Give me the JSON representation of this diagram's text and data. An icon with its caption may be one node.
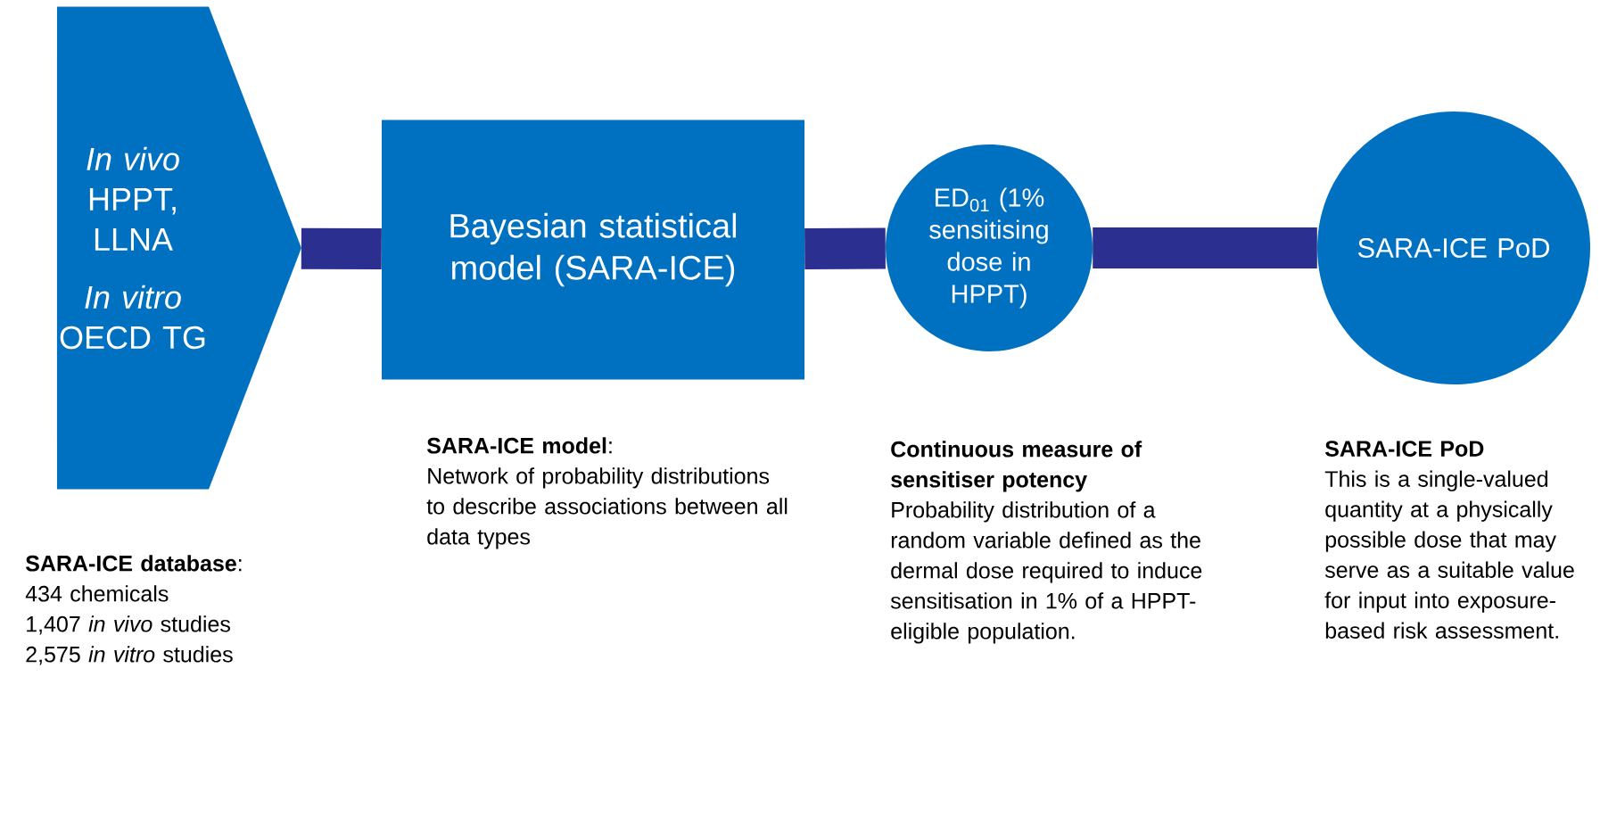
{
  "diagram": {
    "nodes": [
      {
        "text": [
          "*In vivo* HPPT, LLNA",
          "*In vitro* OECD TG"
        ],
        "beside": [
          "**SARA-ICE database**:",
          "434 chemicals",
          "1,407 *in vivo* studies",
          "2,575 *in vitro* studies"
        ]
      },
      {
        "text": [
          "Bayesian statistical model (SARA-ICE)"
        ],
        "beside": [
          "**SARA-ICE model**:",
          "Network of probability distributions to describe associations between all data types"
        ]
      },
      {
        "text": [
          "ED$_{01}$ (1% sensitising dose in HPPT)"
        ],
        "beside": [
          "Continuous measure of sensitiser potency",
          "Probability distribution of a random variable defined as the dermal dose required to induce sensitisation in 1% of a HPPT-eligible population."
        ]
      },
      {
        "text": [
          "SARA-ICE PoD"
        ],
        "beside": [
          "SARA-ICE PoD",
          "This is a single-valued quantity at a physically possible dose that may serve as a suitable value for input into exposure-based risk assessment."
        ]
      }
    ],
    "edges": [
      {
        "from": 0,
        "to": 1,
        "arrow": "none"
      },
      {
        "from": 1,
        "to": 2,
        "arrow": "none"
      },
      {
        "from": 2,
        "to": 3,
        "arrow": "none"
      }
    ]
  }
}
